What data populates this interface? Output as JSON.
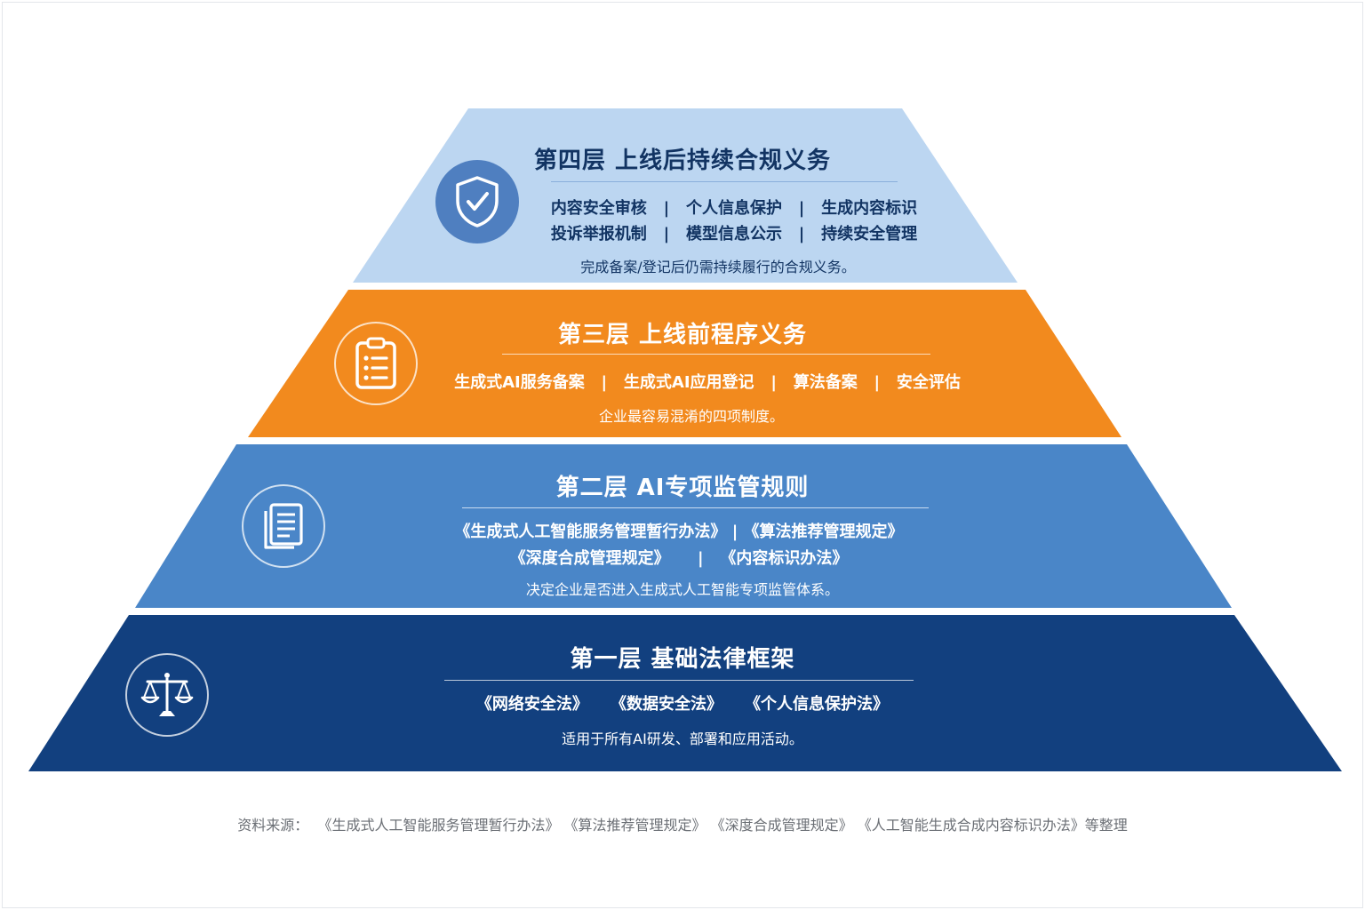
{
  "tiers": {
    "t4": {
      "title": "第四层  上线后持续合规义务",
      "line1": "内容安全审核   |   个人信息保护   |   生成内容标识",
      "line2": "投诉举报机制   |   模型信息公示   |   持续安全管理",
      "note": "完成备案/登记后仍需持续履行的合规义务。",
      "icon": "shield-check-icon"
    },
    "t3": {
      "title": "第三层   上线前程序义务",
      "line1": "生成式AI服务备案   |   生成式AI应用登记   |   算法备案   |   安全评估",
      "note": "企业最容易混淆的四项制度。",
      "icon": "clipboard-list-icon"
    },
    "t2": {
      "title": "第二层   AI专项监管规则",
      "line1": "《生成式人工智能服务管理暂行办法》 | 《算法推荐管理规定》",
      "line2": "《深度合成管理规定》     |   《内容标识办法》",
      "note": "决定企业是否进入生成式人工智能专项监管体系。",
      "icon": "document-stack-icon"
    },
    "t1": {
      "title": "第一层     基础法律框架",
      "line1": "《网络安全法》    《数据安全法》    《个人信息保护法》",
      "note": "适用于所有AI研发、部署和应用活动。",
      "icon": "scales-of-justice-icon"
    }
  },
  "source": "资料来源：  《生成式人工智能服务管理暂行办法》 《算法推荐管理规定》 《深度合成管理规定》 《人工智能生成合成内容标识办法》等整理",
  "colors": {
    "tier4": "#bcd6f1",
    "tier3": "#f28a1e",
    "tier2": "#4a86c8",
    "tier1": "#12407f",
    "dark_text": "#123463"
  }
}
